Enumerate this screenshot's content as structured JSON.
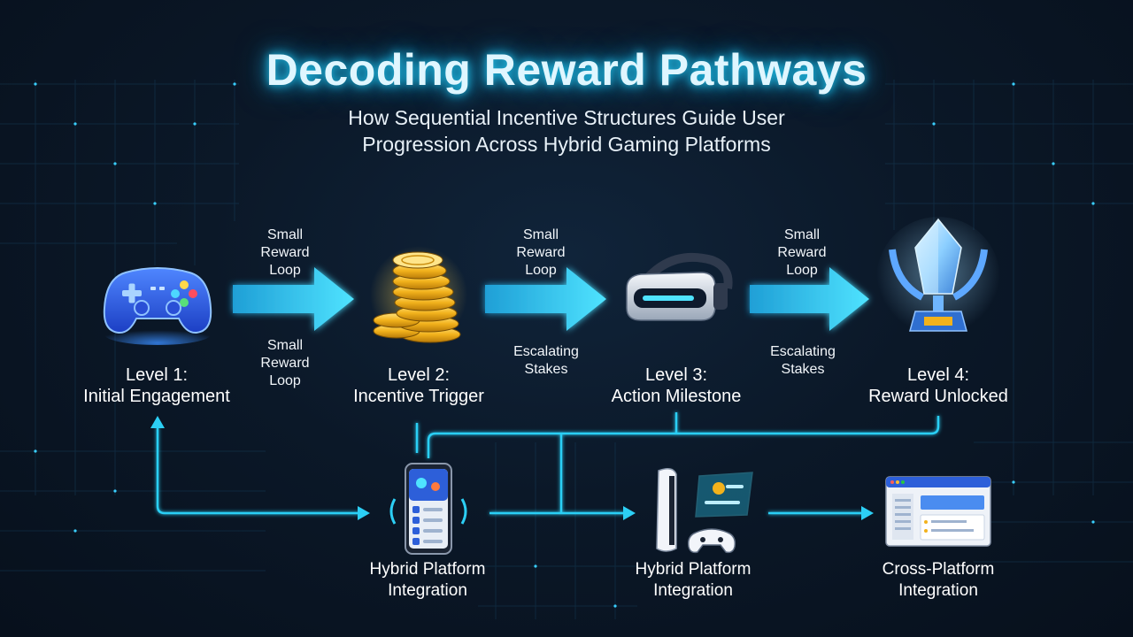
{
  "title": "Decoding Reward Pathways",
  "subtitle": {
    "line1": "How Sequential Incentive Structures Guide User",
    "line2": "Progression Across Hybrid Gaming Platforms"
  },
  "levels": [
    {
      "line1": "Level 1:",
      "line2": "Initial Engagement",
      "icon": "gamepad-icon"
    },
    {
      "line1": "Level 2:",
      "line2": "Incentive Trigger",
      "icon": "gold-coins-icon"
    },
    {
      "line1": "Level 3:",
      "line2": "Action Milestone",
      "icon": "vr-headset-icon"
    },
    {
      "line1": "Level 4:",
      "line2": "Reward Unlocked",
      "icon": "crystal-trophy-icon"
    }
  ],
  "loops_top": [
    {
      "line1": "Small",
      "line2": "Reward",
      "line3": "Loop"
    },
    {
      "line1": "Small",
      "line2": "Reward",
      "line3": "Loop"
    },
    {
      "line1": "Small",
      "line2": "Reward",
      "line3": "Loop"
    }
  ],
  "loop_bottom": {
    "line1": "Small",
    "line2": "Reward",
    "line3": "Loop"
  },
  "escalating": [
    {
      "line1": "Escalating",
      "line2": "Stakes"
    },
    {
      "line1": "Escalating",
      "line2": "Stakes"
    }
  ],
  "platforms": [
    {
      "line1": "Hybrid Platform",
      "line2": "Integration",
      "icon": "smartphone-icon"
    },
    {
      "line1": "Hybrid Platform",
      "line2": "Integration",
      "icon": "console-icon"
    },
    {
      "line1": "Cross-Platform",
      "line2": "Integration",
      "icon": "browser-window-icon"
    }
  ],
  "colors": {
    "background": "#0b1828",
    "accent_cyan": "#29c8f2",
    "arrow_cyan": "#38d6ff",
    "gold": "#f2b21c",
    "title_glow": "#22c8f0"
  }
}
